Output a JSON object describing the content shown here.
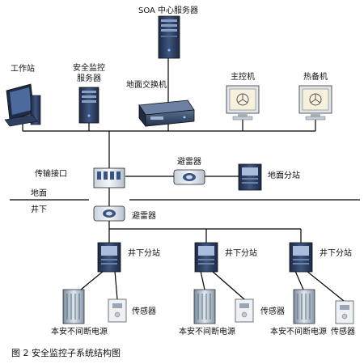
{
  "labels": {
    "soa_server": "SOA 中心服务器",
    "workstation": "工作站",
    "safety_server": "安全监控\n服务器",
    "ground_switch": "地面交换机",
    "main_controller": "主控机",
    "standby": "热备机",
    "transmission_interface": "传输接口",
    "lightning_arrester_top": "避雷器",
    "ground_substation": "地面分站",
    "ground": "地面",
    "underground": "井下",
    "lightning_arrester_bottom": "避雷器",
    "underground_substation_1": "井下分站",
    "underground_substation_2": "井下分站",
    "underground_substation_3": "井下分站",
    "ups_1": "本安不间断电源",
    "ups_2": "本安不间断电源",
    "ups_3": "本安不间断电源",
    "sensor_1": "传感器",
    "sensor_2": "传感器",
    "sensor_3": "传感器",
    "caption": "图 2 安全监控子系统结构图"
  },
  "icons": {
    "server": "server-tower-icon",
    "workstation": "computer-workstation-icon",
    "switch": "network-switch-icon",
    "monitor": "monitor-icon",
    "interface": "transmission-interface-icon",
    "arrester": "lightning-arrester-icon",
    "substation": "substation-cabinet-icon",
    "ups": "ups-cabinet-icon",
    "sensor": "sensor-icon"
  },
  "colors": {
    "line": "#000000",
    "device_blue": "#2a3f6f",
    "device_light": "#e8eef5",
    "device_gray": "#8a949f"
  }
}
